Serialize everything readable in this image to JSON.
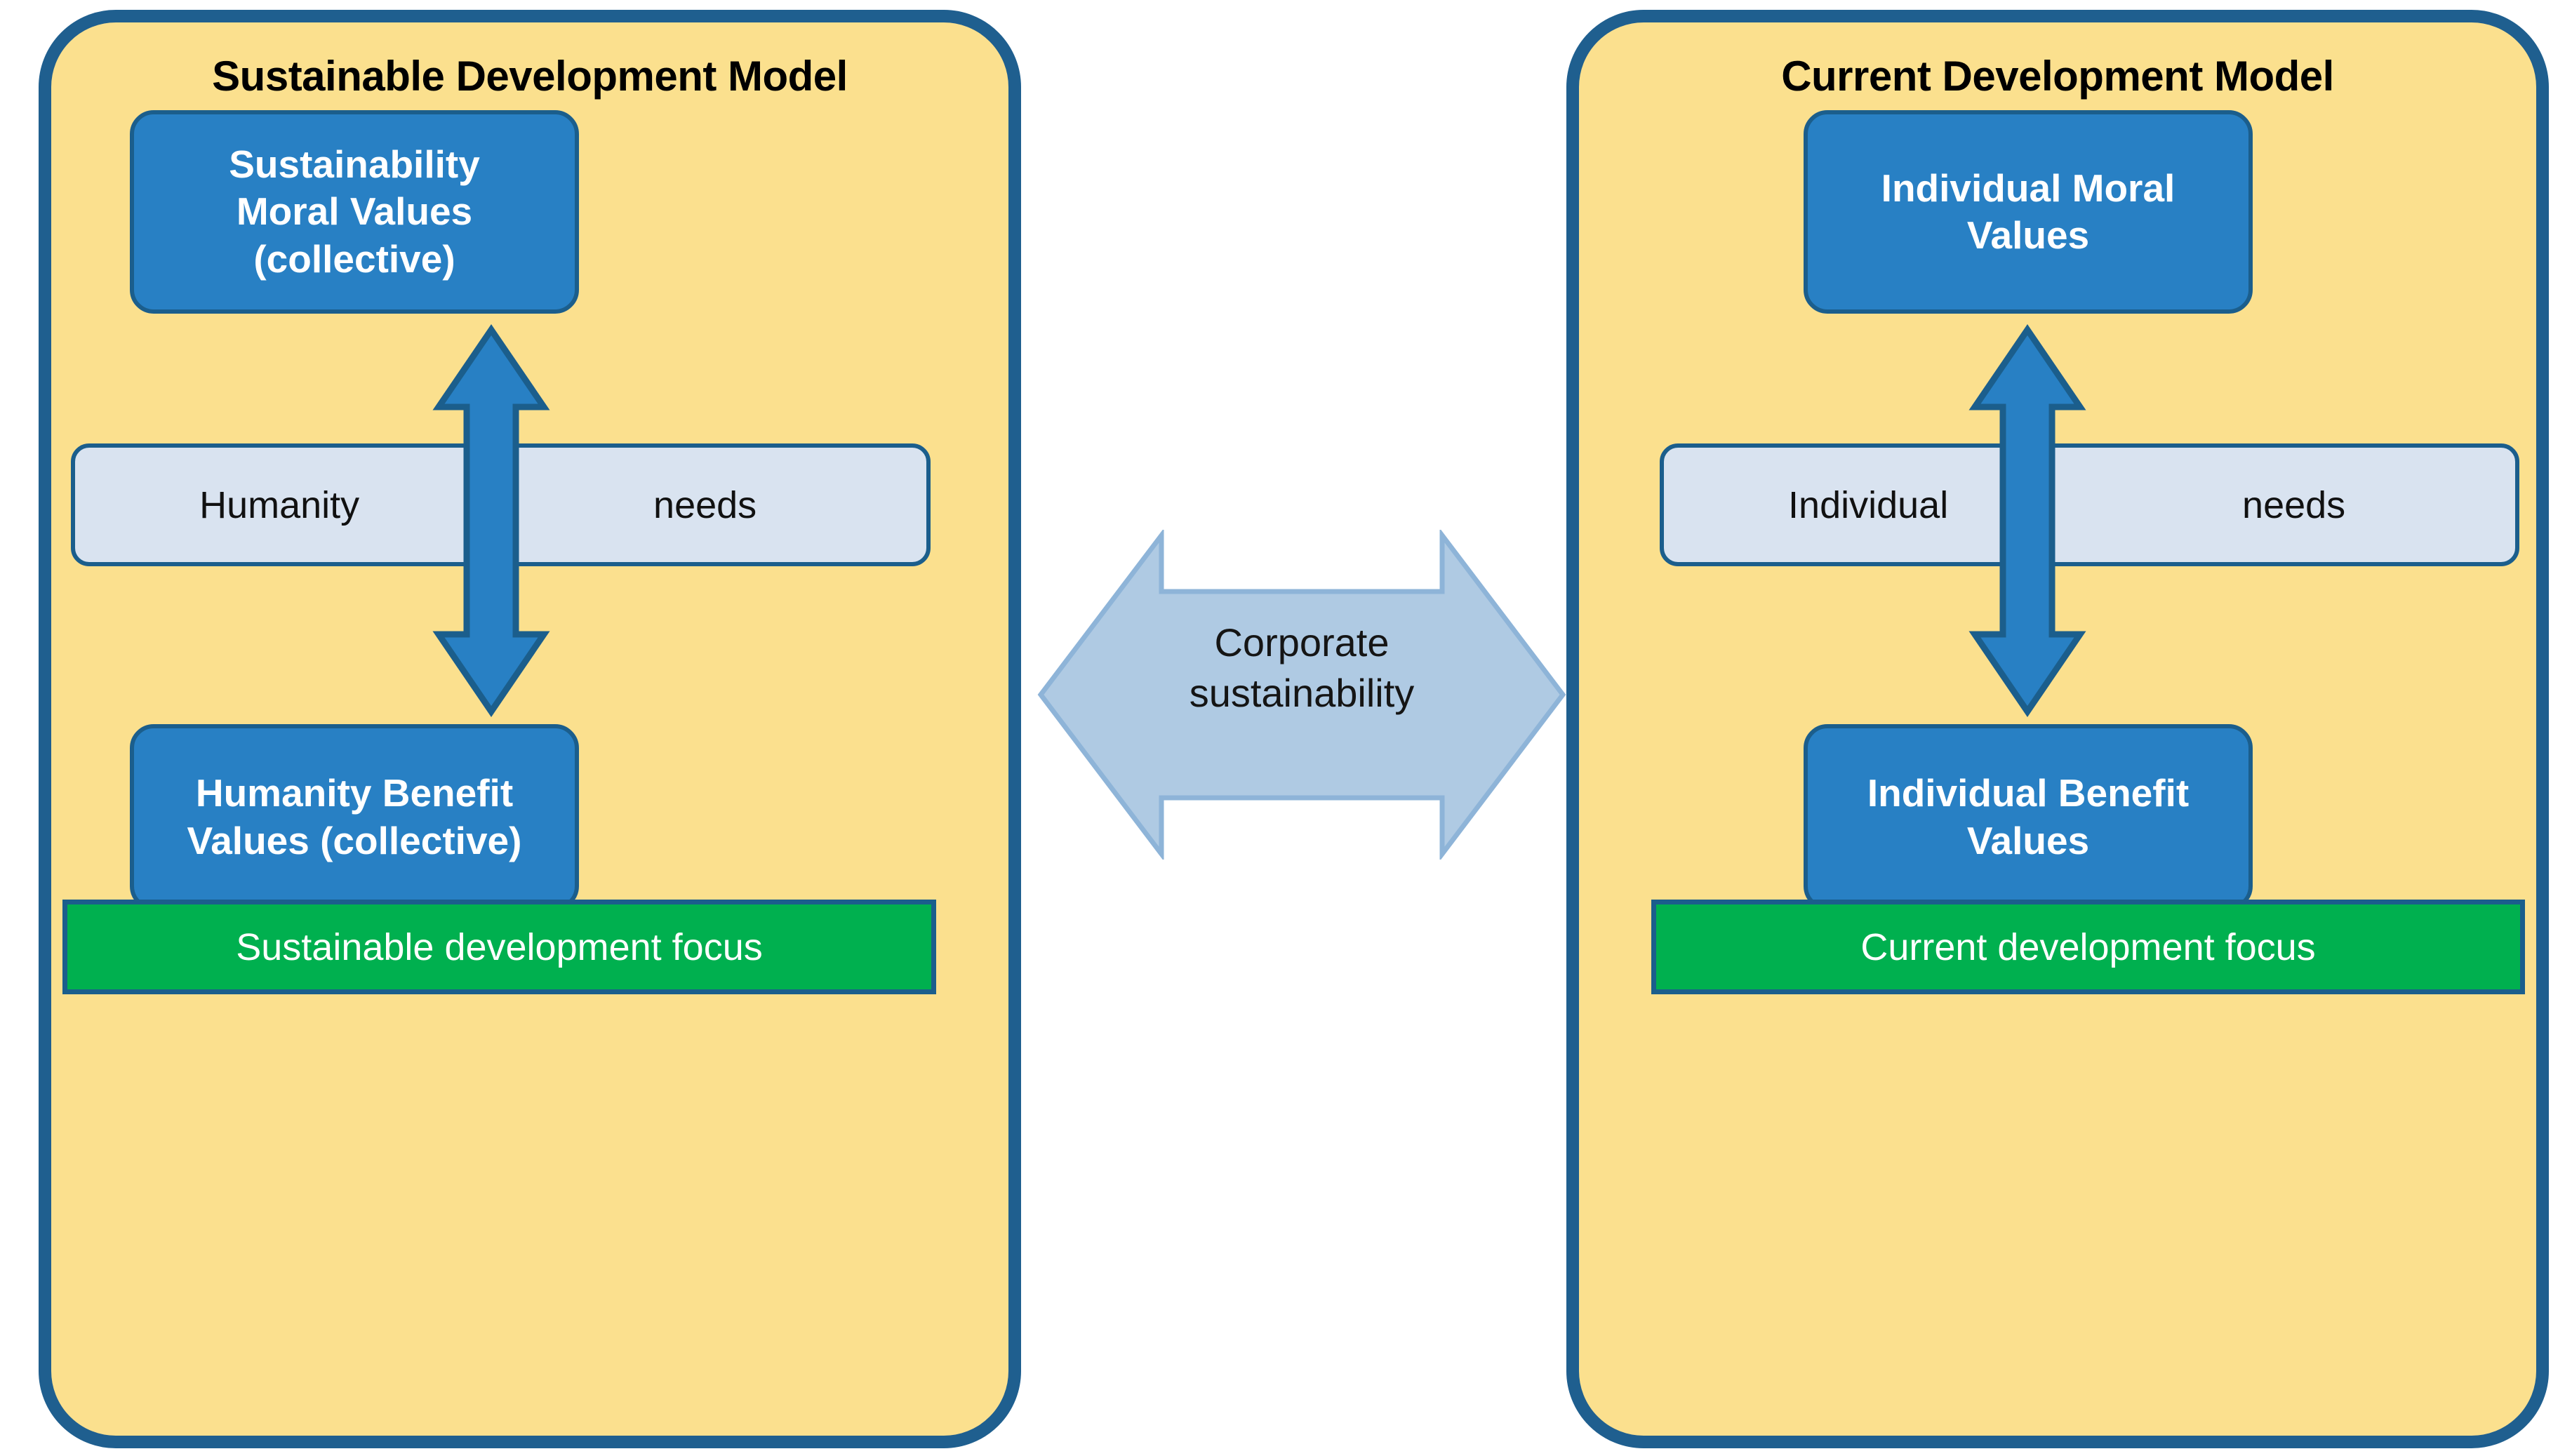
{
  "colors": {
    "panel_fill": "#FBE08E",
    "panel_border": "#1F5F8F",
    "box_fill": "#2880C4",
    "box_border": "#1B5E8C",
    "needs_fill": "#D9E3F0",
    "focus_fill": "#00B04F",
    "center_arrow_fill": "#AFCAE3",
    "center_arrow_border": "#8EB4D8",
    "arrow_fill": "#2880C4",
    "arrow_border": "#1B5E8C",
    "title_text": "#000000",
    "box_text": "#FFFFFF"
  },
  "panels": {
    "left": {
      "title": "Sustainable Development Model",
      "top_box": "Sustainability Moral Values (collective)",
      "top_box_lines": [
        "Sustainability",
        "Moral Values",
        "(collective)"
      ],
      "needs": {
        "left": "Humanity",
        "right": "needs"
      },
      "bottom_box": "Humanity Benefit Values (collective)",
      "bottom_box_lines": [
        "Humanity Benefit",
        "Values (collective)"
      ],
      "focus": "Sustainable development focus",
      "arrow": {
        "name": "vertical-double-arrow",
        "direction": "both"
      }
    },
    "right": {
      "title": "Current Development Model",
      "top_box": "Individual Moral Values",
      "top_box_lines": [
        "Individual Moral",
        "Values"
      ],
      "needs": {
        "left": "Individual",
        "right": "needs"
      },
      "bottom_box": "Individual Benefit Values",
      "bottom_box_lines": [
        "Individual Benefit",
        "Values"
      ],
      "focus": "Current development focus",
      "arrow": {
        "name": "vertical-double-arrow",
        "direction": "both"
      }
    }
  },
  "center": {
    "label": "Corporate sustainability",
    "label_lines": [
      "Corporate",
      "sustainability"
    ],
    "arrow": {
      "name": "horizontal-double-arrow",
      "direction": "both"
    }
  }
}
